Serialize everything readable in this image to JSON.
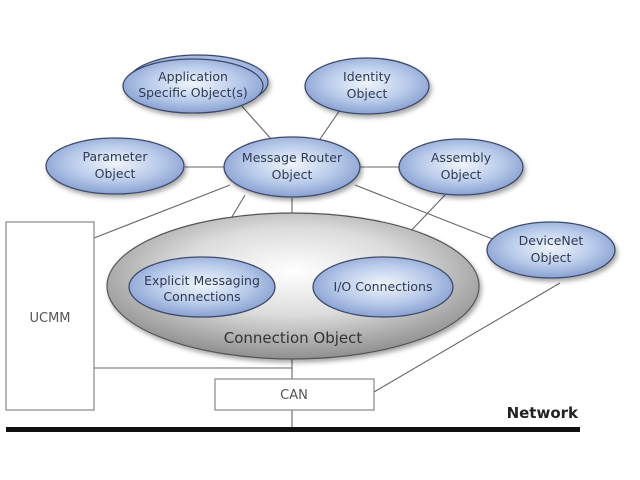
{
  "diagram": {
    "objects": {
      "application": {
        "line1": "Application",
        "line2": "Specific Object(s)"
      },
      "identity": {
        "line1": "Identity",
        "line2": "Object"
      },
      "parameter": {
        "line1": "Parameter",
        "line2": "Object"
      },
      "message_router": {
        "line1": "Message Router",
        "line2": "Object"
      },
      "assembly": {
        "line1": "Assembly",
        "line2": "Object"
      },
      "devicenet": {
        "line1": "DeviceNet",
        "line2": "Object"
      },
      "explicit_messaging": {
        "line1": "Explicit Messaging",
        "line2": "Connections"
      },
      "io_connections": {
        "line1": "I/O Connections"
      },
      "connection_object": {
        "label": "Connection Object"
      }
    },
    "boxes": {
      "ucmm": "UCMM",
      "can": "CAN"
    },
    "network_label": "Network",
    "colors": {
      "object_fill_light": "#e6eefa",
      "object_fill_dark": "#8fa8d8",
      "object_stroke": "#3d4a6a",
      "connection_fill_light": "#f4f4f4",
      "connection_fill_dark": "#9a9a9a",
      "network_bar": "#111111"
    }
  }
}
